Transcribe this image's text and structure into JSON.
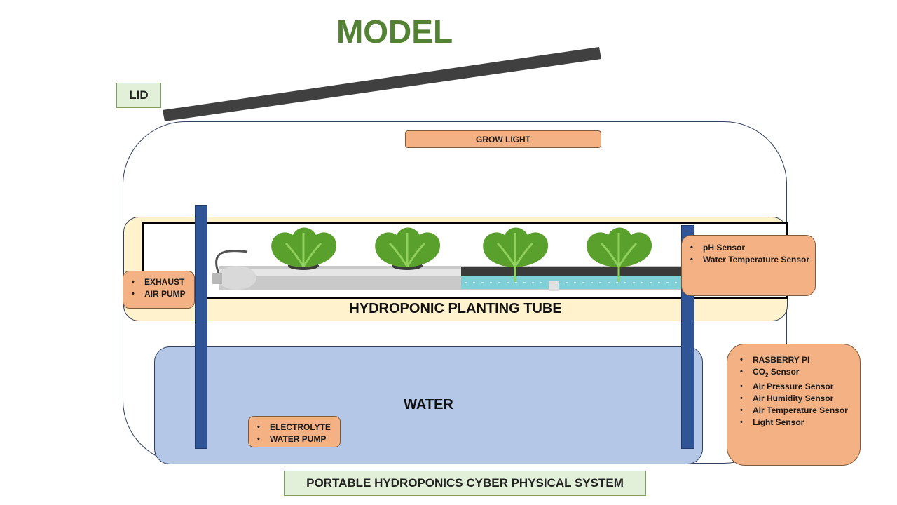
{
  "title": "MODEL",
  "lid": {
    "label": "LID"
  },
  "grow_light": {
    "label": "GROW LIGHT"
  },
  "tube": {
    "label": "HYDROPONIC PLANTING TUBE"
  },
  "water": {
    "label": "WATER"
  },
  "exhaust_box": {
    "items": [
      "EXHAUST",
      "AIR PUMP"
    ]
  },
  "sensor_box": {
    "items": [
      "pH Sensor",
      "Water Temperature Sensor"
    ]
  },
  "electrolyte_box": {
    "items": [
      "ELECTROLYTE",
      "WATER PUMP"
    ]
  },
  "rpi_box": {
    "items": [
      "RASBERRY PI",
      "CO",
      "2",
      " Sensor",
      "Air Pressure Sensor",
      "Air Humidity Sensor",
      "Air Temperature Sensor",
      "Light Sensor"
    ]
  },
  "footer": {
    "label": "PORTABLE HYDROPONICS CYBER PHYSICAL  SYSTEM"
  },
  "colors": {
    "title": "#548235",
    "label_green_bg": "#e2f0d9",
    "orange_box": "#f4b183",
    "tube_band": "#fff2cc",
    "water": "#b4c7e7",
    "pipe": "#2f5597",
    "lid": "#404040"
  }
}
